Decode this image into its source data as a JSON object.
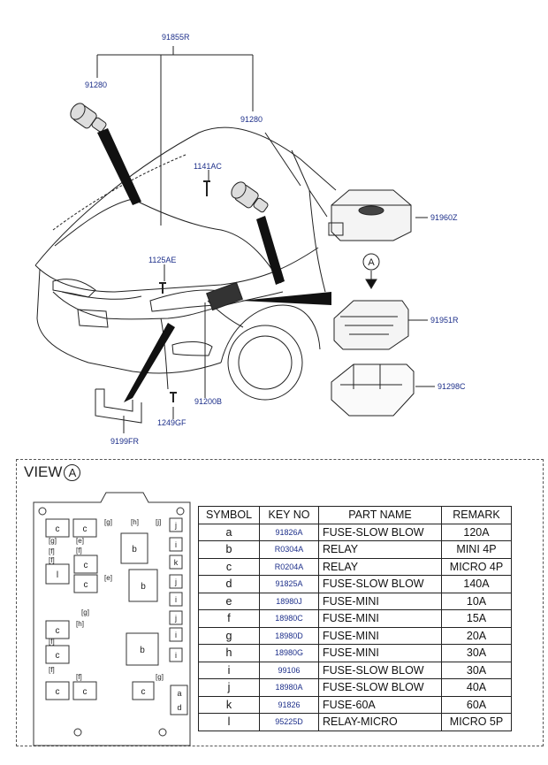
{
  "callouts": {
    "harness_91855R": "91855R",
    "grommet_left": "91280",
    "grommet_right": "91280",
    "bolt_1141AC": "1141AC",
    "bolt_1125AE": "1125AE",
    "cover_91960Z": "91960Z",
    "box_91951R": "91951R",
    "bracket_91298C": "91298C",
    "harness_91200B": "91200B",
    "screw_1249GF": "1249GF",
    "bracket_9199FR": "9199FR",
    "view_arrow": "A"
  },
  "view": {
    "title": "VIEW",
    "marker": "A"
  },
  "fuse_box_slots": {
    "c": "c",
    "b": "b",
    "l": "l",
    "j": "j",
    "i": "i",
    "k": "k",
    "a": "a",
    "d": "d",
    "g": "g",
    "h": "h",
    "e": "e",
    "f": "f"
  },
  "table": {
    "headers": [
      "SYMBOL",
      "KEY NO",
      "PART NAME",
      "REMARK"
    ],
    "rows": [
      {
        "symbol": "a",
        "key": "91826A",
        "part": "FUSE-SLOW BLOW",
        "remark": "120A"
      },
      {
        "symbol": "b",
        "key": "R0304A",
        "part": "RELAY",
        "remark": "MINI 4P"
      },
      {
        "symbol": "c",
        "key": "R0204A",
        "part": "RELAY",
        "remark": "MICRO 4P"
      },
      {
        "symbol": "d",
        "key": "91825A",
        "part": "FUSE-SLOW BLOW",
        "remark": "140A"
      },
      {
        "symbol": "e",
        "key": "18980J",
        "part": "FUSE-MINI",
        "remark": "10A"
      },
      {
        "symbol": "f",
        "key": "18980C",
        "part": "FUSE-MINI",
        "remark": "15A"
      },
      {
        "symbol": "g",
        "key": "18980D",
        "part": "FUSE-MINI",
        "remark": "20A"
      },
      {
        "symbol": "h",
        "key": "18980G",
        "part": "FUSE-MINI",
        "remark": "30A"
      },
      {
        "symbol": "i",
        "key": "99106",
        "part": "FUSE-SLOW BLOW",
        "remark": "30A"
      },
      {
        "symbol": "j",
        "key": "18980A",
        "part": "FUSE-SLOW BLOW",
        "remark": "40A"
      },
      {
        "symbol": "k",
        "key": "91826",
        "part": "FUSE-60A",
        "remark": "60A"
      },
      {
        "symbol": "l",
        "key": "95225D",
        "part": "RELAY-MICRO",
        "remark": "MICRO 5P"
      }
    ]
  }
}
